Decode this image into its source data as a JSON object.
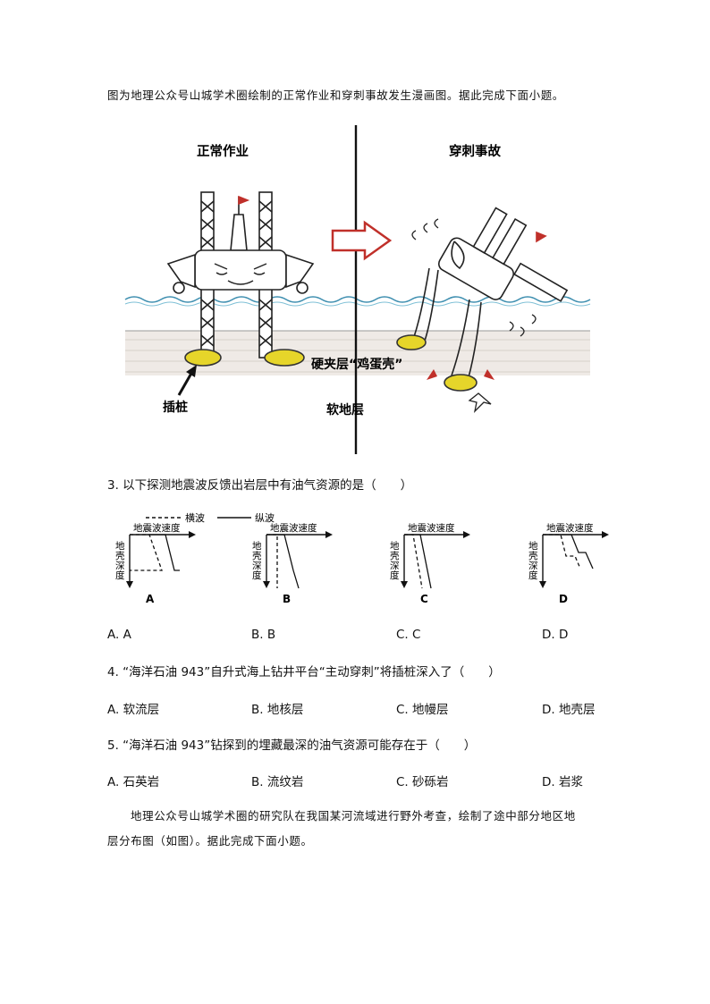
{
  "intro": "图为地理公众号山城学术圈绘制的正常作业和穿刺事故发生漫画图。据此完成下面小题。",
  "figure": {
    "label_left": "正常作业",
    "label_right": "穿刺事故",
    "label_pile": "插桩",
    "label_hard": "硬夹层“鸡蛋壳”",
    "label_soft": "软地层"
  },
  "q3": {
    "text": "3. 以下探测地震波反馈出岩层中有油气资源的是（　　）",
    "legend_s": "横波",
    "legend_p": "纵波",
    "axis_speed": "地震波速度",
    "axis_depth_chars": [
      "地",
      "壳",
      "深",
      "度"
    ],
    "panels": [
      "A",
      "B",
      "C",
      "D"
    ],
    "options": [
      "A. A",
      "B. B",
      "C. C",
      "D. D"
    ]
  },
  "q4": {
    "text": "4. “海洋石油 943”自升式海上钻井平台“主动穿刺”将插桩深入了（　　）",
    "options": [
      "A.  软流层",
      "B.  地核层",
      "C.  地幔层",
      "D.  地壳层"
    ]
  },
  "q5": {
    "text": "5. “海洋石油 943”钻探到的埋藏最深的油气资源可能存在于（　　）",
    "options": [
      "A.  石英岩",
      "B.  流纹岩",
      "C.  砂砾岩",
      "D.  岩浆"
    ]
  },
  "para_line1": "地理公众号山城学术圈的研究队在我国某河流域进行野外考查，绘制了途中部分地区地",
  "para_line2": "层分布图（如图）。据此完成下面小题。"
}
